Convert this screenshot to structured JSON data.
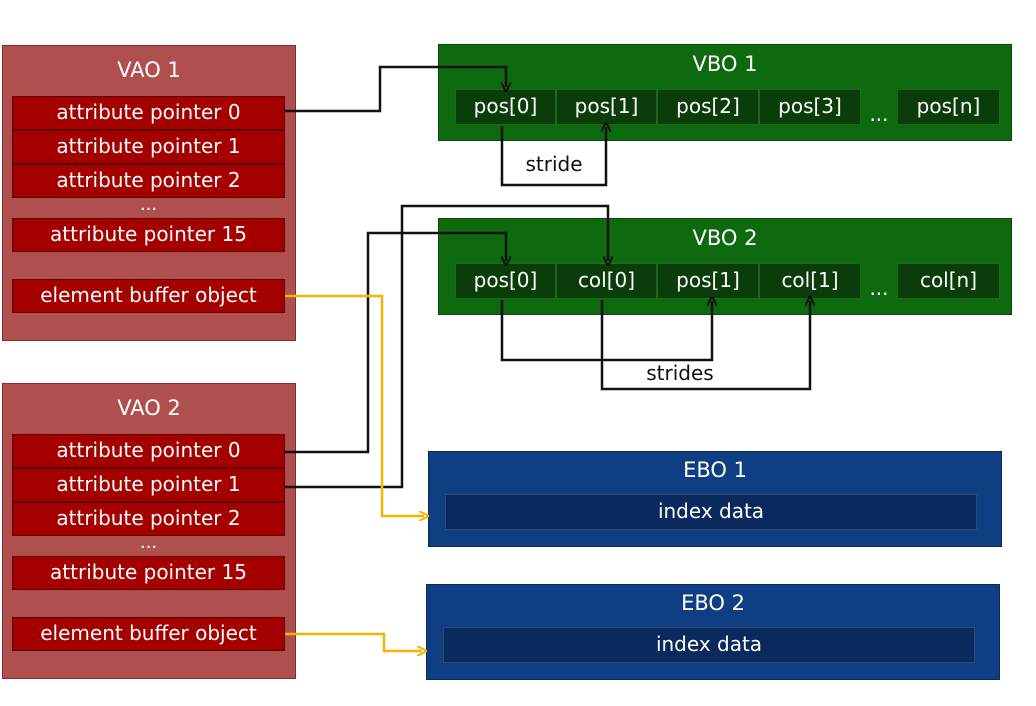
{
  "vao1": {
    "title": "VAO 1",
    "attrs": [
      "attribute pointer 0",
      "attribute pointer 1",
      "attribute pointer 2",
      "attribute pointer 15"
    ],
    "dots": "...",
    "ebo_label": "element buffer object"
  },
  "vao2": {
    "title": "VAO 2",
    "attrs": [
      "attribute pointer 0",
      "attribute pointer 1",
      "attribute pointer 2",
      "attribute pointer 15"
    ],
    "dots": "...",
    "ebo_label": "element buffer object"
  },
  "vbo1": {
    "title": "VBO 1",
    "cells": [
      "pos[0]",
      "pos[1]",
      "pos[2]",
      "pos[3]",
      "pos[n]"
    ],
    "ellipsis": "...",
    "stride_label": "stride"
  },
  "vbo2": {
    "title": "VBO 2",
    "cells": [
      "pos[0]",
      "col[0]",
      "pos[1]",
      "col[1]",
      "col[n]"
    ],
    "ellipsis": "...",
    "stride_label": "strides"
  },
  "ebo1": {
    "title": "EBO 1",
    "content": "index data"
  },
  "ebo2": {
    "title": "EBO 2",
    "content": "index data"
  },
  "colors": {
    "vao_bg": "#b0504e",
    "attr_bg": "#a50000",
    "vbo_bg": "#0e6a0e",
    "vbo_cell": "#0a3d0a",
    "ebo_bg": "#0f3e82",
    "ebo_cell": "#0a2a5e",
    "arrow_black": "#111111",
    "arrow_yellow": "#f5b400"
  }
}
